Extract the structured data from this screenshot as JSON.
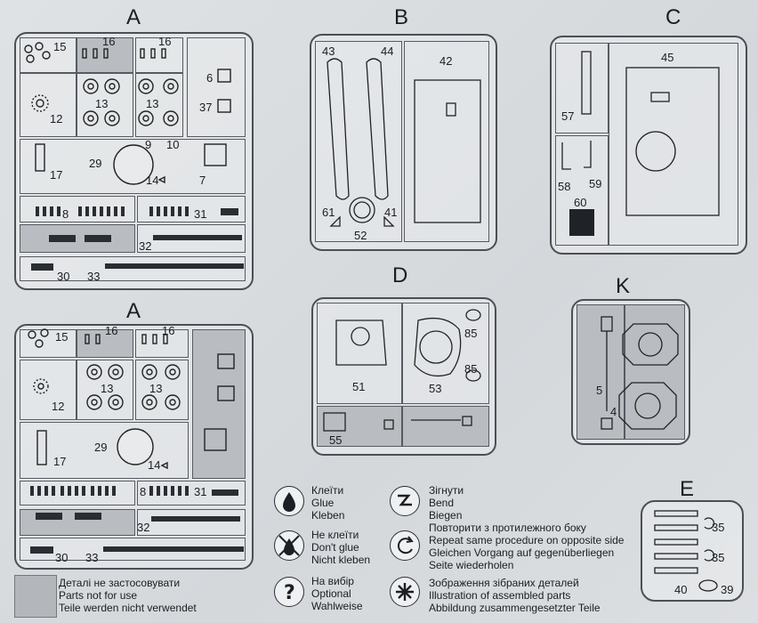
{
  "sprues": {
    "A_top": {
      "letter": "A",
      "labels": [
        "15",
        "16",
        "16",
        "6",
        "12",
        "13",
        "13",
        "37",
        "29",
        "9",
        "10",
        "17",
        "14",
        "7",
        "8",
        "31",
        "32",
        "30",
        "33"
      ]
    },
    "B": {
      "letter": "B",
      "labels": [
        "43",
        "44",
        "42",
        "61",
        "41",
        "52"
      ]
    },
    "C": {
      "letter": "C",
      "labels": [
        "45",
        "57",
        "58",
        "59",
        "60"
      ]
    },
    "A_bottom": {
      "letter": "A",
      "labels": [
        "15",
        "16",
        "16",
        "12",
        "13",
        "13",
        "29",
        "17",
        "14",
        "8",
        "31",
        "32",
        "30",
        "33"
      ]
    },
    "D": {
      "letter": "D",
      "labels": [
        "85",
        "51",
        "53",
        "85",
        "55"
      ]
    },
    "K": {
      "letter": "K",
      "labels": [
        "5",
        "4"
      ]
    },
    "E": {
      "letter": "E",
      "labels": [
        "35",
        "35",
        "40",
        "39"
      ]
    }
  },
  "legend": {
    "not_use": [
      "Деталі не застосовувати",
      "Parts not for use",
      "Teile werden nicht verwendet"
    ],
    "glue": [
      "Клеїти",
      "Glue",
      "Kleben"
    ],
    "no_glue": [
      "Не клеїти",
      "Don't glue",
      "Nicht kleben"
    ],
    "optional": [
      "На вибір",
      "Optional",
      "Wahlweise"
    ],
    "bend": [
      "Зігнути",
      "Bend",
      "Biegen"
    ],
    "repeat": [
      "Повторити з протилежного боку",
      "Repeat same procedure on opposite side",
      "Gleichen Vorgang auf gegenüberliegen",
      "Seite wiederholen"
    ],
    "assembled": [
      "Зображення зібраних деталей",
      "Illustration of assembled parts",
      "Abbildung zusammengesetzter Teile"
    ]
  }
}
